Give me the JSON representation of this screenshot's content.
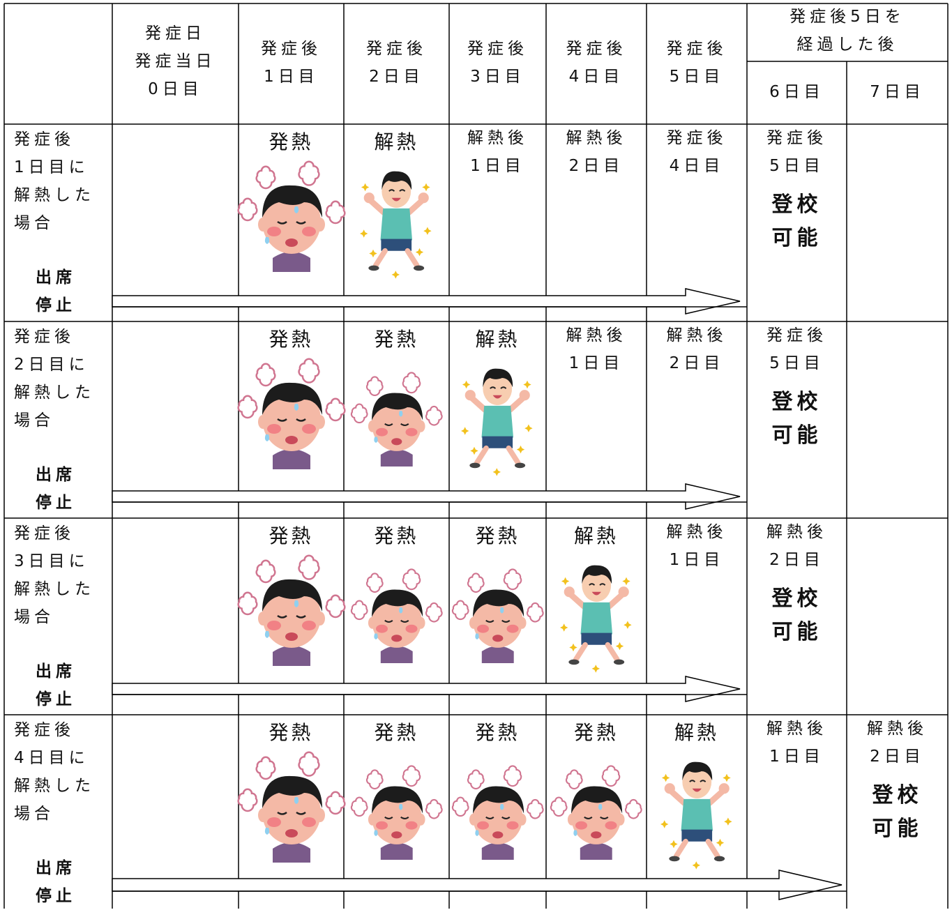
{
  "header": {
    "day0": [
      "発症日",
      "発症当日",
      "0日目"
    ],
    "day1": [
      "発症後",
      "1日目"
    ],
    "day2": [
      "発症後",
      "2日目"
    ],
    "day3": [
      "発症後",
      "3日目"
    ],
    "day4": [
      "発症後",
      "4日目"
    ],
    "day5": [
      "発症後",
      "5日目"
    ],
    "after5": [
      "発症後5日を",
      "経過した後"
    ],
    "day6": "6日目",
    "day7": "7日目"
  },
  "rows": [
    {
      "label": [
        "発症後",
        "1日目に",
        "解熱した",
        "場合"
      ],
      "stop": [
        "出席",
        "停止"
      ],
      "cells": [
        "発熱",
        "解熱",
        "解熱後\n1日目",
        "解熱後\n2日目",
        "発症後\n4日目",
        "発症後\n5日目"
      ],
      "ok": [
        "登校",
        "可能"
      ]
    },
    {
      "label": [
        "発症後",
        "2日目に",
        "解熱した",
        "場合"
      ],
      "stop": [
        "出席",
        "停止"
      ],
      "cells": [
        "発熱",
        "発熱",
        "解熱",
        "解熱後\n1日目",
        "解熱後\n2日目",
        "発症後\n5日目"
      ],
      "ok": [
        "登校",
        "可能"
      ]
    },
    {
      "label": [
        "発症後",
        "3日目に",
        "解熱した",
        "場合"
      ],
      "stop": [
        "出席",
        "停止"
      ],
      "cells": [
        "発熱",
        "発熱",
        "発熱",
        "解熱",
        "解熱後\n1日目",
        "解熱後\n2日目"
      ],
      "ok": [
        "登校",
        "可能"
      ]
    },
    {
      "label": [
        "発症後",
        "4日目に",
        "解熱した",
        "場合"
      ],
      "stop": [
        "出席",
        "停止"
      ],
      "cells": [
        "発熱",
        "発熱",
        "発熱",
        "発熱",
        "解熱",
        "解熱後\n1日目",
        "解熱後\n2日目"
      ],
      "ok": [
        "登校",
        "可能"
      ]
    }
  ],
  "colors": {
    "line": "#000000",
    "sick_skin": "#f4b9a6",
    "cheek": "#f06a78",
    "shirt_sick": "#7a5a8a",
    "hair": "#1c1c1c",
    "happy_shirt": "#5bbfb2",
    "shorts": "#2d4f7a",
    "sparkle": "#f2c11d",
    "steam": "#d07590"
  },
  "icons": [
    "sick-boy-icon",
    "happy-boy-icon",
    "steam-icon",
    "sparkle-icon",
    "arrow-icon"
  ]
}
